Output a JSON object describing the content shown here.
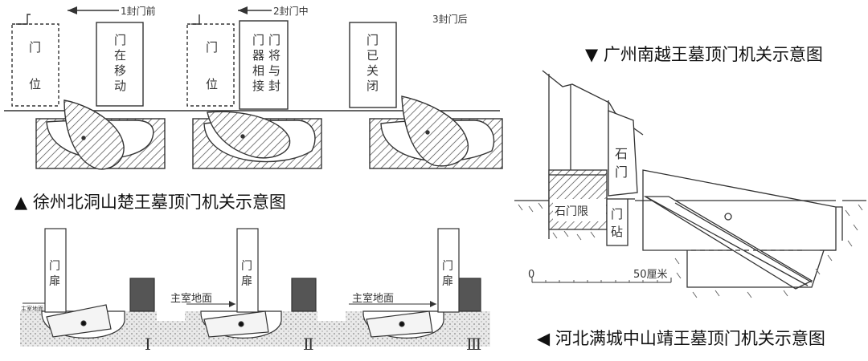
{
  "xuzhou": {
    "caption": "▲ 徐州北洞山楚王墓顶门机关示意图",
    "step1": "1封门前",
    "step2": "2封门中",
    "step3": "3封门后",
    "door_pos_a": "门",
    "door_pos_b": "位",
    "moving": [
      "门",
      "在",
      "移",
      "动"
    ],
    "col_a": [
      "门",
      "将",
      "与",
      "封"
    ],
    "col_b": [
      "门",
      "器",
      "相",
      "接"
    ],
    "closed": [
      "门",
      "已",
      "关",
      "闭"
    ]
  },
  "guangzhou": {
    "caption": "▼ 广州南越王墓顶门机关示意图",
    "stone_door": [
      "石",
      "门"
    ],
    "stone_limit": "石门限",
    "door_anvil": [
      "门",
      "砧"
    ],
    "scale_zero": "0",
    "scale_label": "50厘米"
  },
  "mancheng": {
    "caption": "◀ 河北满城中山靖王墓顶门机关示意图",
    "door_leaf": [
      "门",
      "扉"
    ],
    "main_floor_small": "主室地面",
    "main_floor": "主室地面",
    "stage1": "Ⅰ",
    "stage2": "Ⅱ",
    "stage3": "Ⅲ"
  }
}
